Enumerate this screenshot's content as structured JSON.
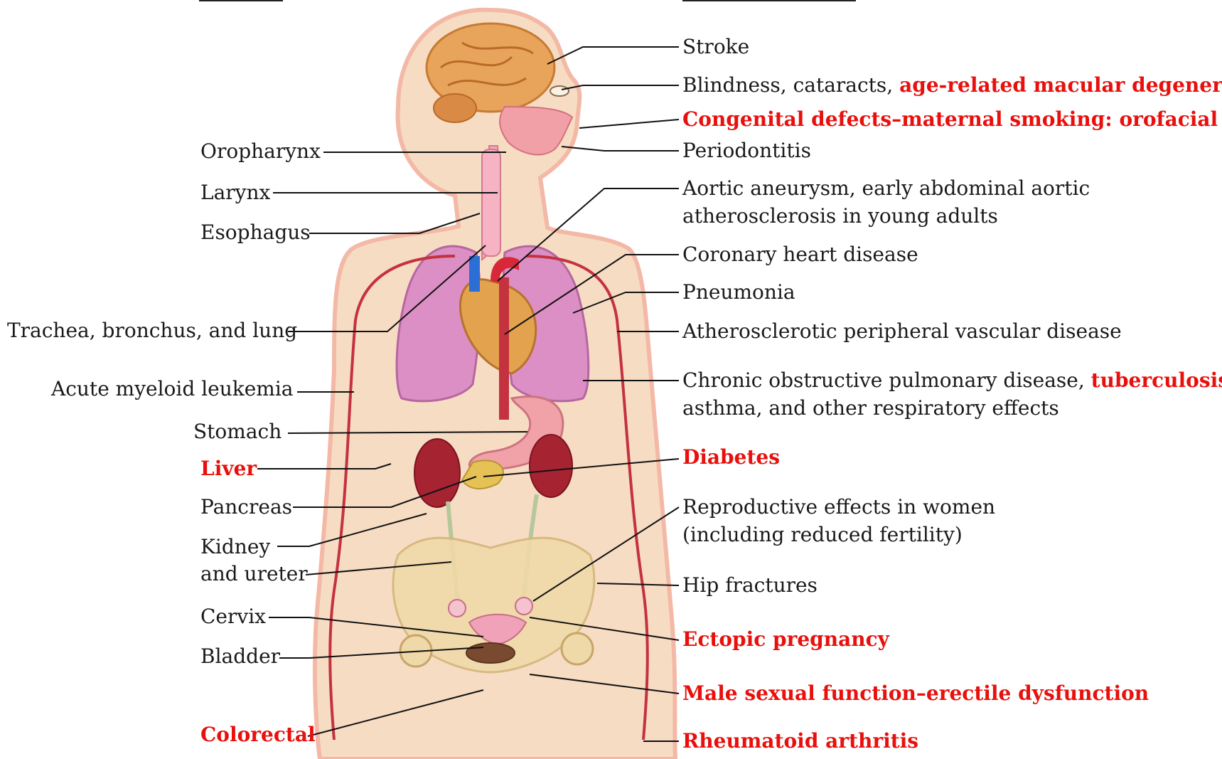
{
  "colors": {
    "highlight": "#e8100c",
    "text": "#1a1a1a",
    "skin": "#f7dcc4",
    "skin_outline": "#f3b9a6",
    "vessel": "#c4323f",
    "lung": "#dc8fc4",
    "bone": "#f0d9a8"
  },
  "left_labels": [
    {
      "text": "Oropharynx",
      "highlight": false
    },
    {
      "text": "Larynx",
      "highlight": false
    },
    {
      "text": "Esophagus",
      "highlight": false
    },
    {
      "text": "Trachea, bronchus, and lung",
      "highlight": false
    },
    {
      "text": "Acute myeloid leukemia",
      "highlight": false
    },
    {
      "text": "Stomach",
      "highlight": false
    },
    {
      "text": "Liver",
      "highlight": true
    },
    {
      "text": "Pancreas",
      "highlight": false
    },
    {
      "text": "Kidney",
      "highlight": false
    },
    {
      "text": "and ureter",
      "highlight": false
    },
    {
      "text": "Cervix",
      "highlight": false
    },
    {
      "text": "Bladder",
      "highlight": false
    },
    {
      "text": "Colorectal",
      "highlight": true
    }
  ],
  "right_labels": {
    "stroke": "Stroke",
    "blindness": {
      "plain": "Blindness, cataracts, ",
      "highlight": "age-related macular degeneration"
    },
    "congenital": "Congenital defects–maternal smoking: orofacial clefts",
    "periodontitis": "Periodontitis",
    "aortic_line1": "Aortic aneurysm, early abdominal aortic",
    "aortic_line2": "atherosclerosis in young adults",
    "coronary": "Coronary heart disease",
    "pneumonia": "Pneumonia",
    "atherosclerotic": "Atherosclerotic peripheral vascular disease",
    "copd": {
      "plain": "Chronic obstructive pulmonary disease, ",
      "highlight": "tuberculosis,"
    },
    "copd_line2": "asthma, and other respiratory effects",
    "diabetes": "Diabetes",
    "reproductive_line1": "Reproductive effects in women",
    "reproductive_line2": "(including reduced fertility)",
    "hip": "Hip fractures",
    "ectopic": "Ectopic pregnancy",
    "male": "Male sexual function–erectile dysfunction",
    "rheumatoid": "Rheumatoid arthritis"
  }
}
